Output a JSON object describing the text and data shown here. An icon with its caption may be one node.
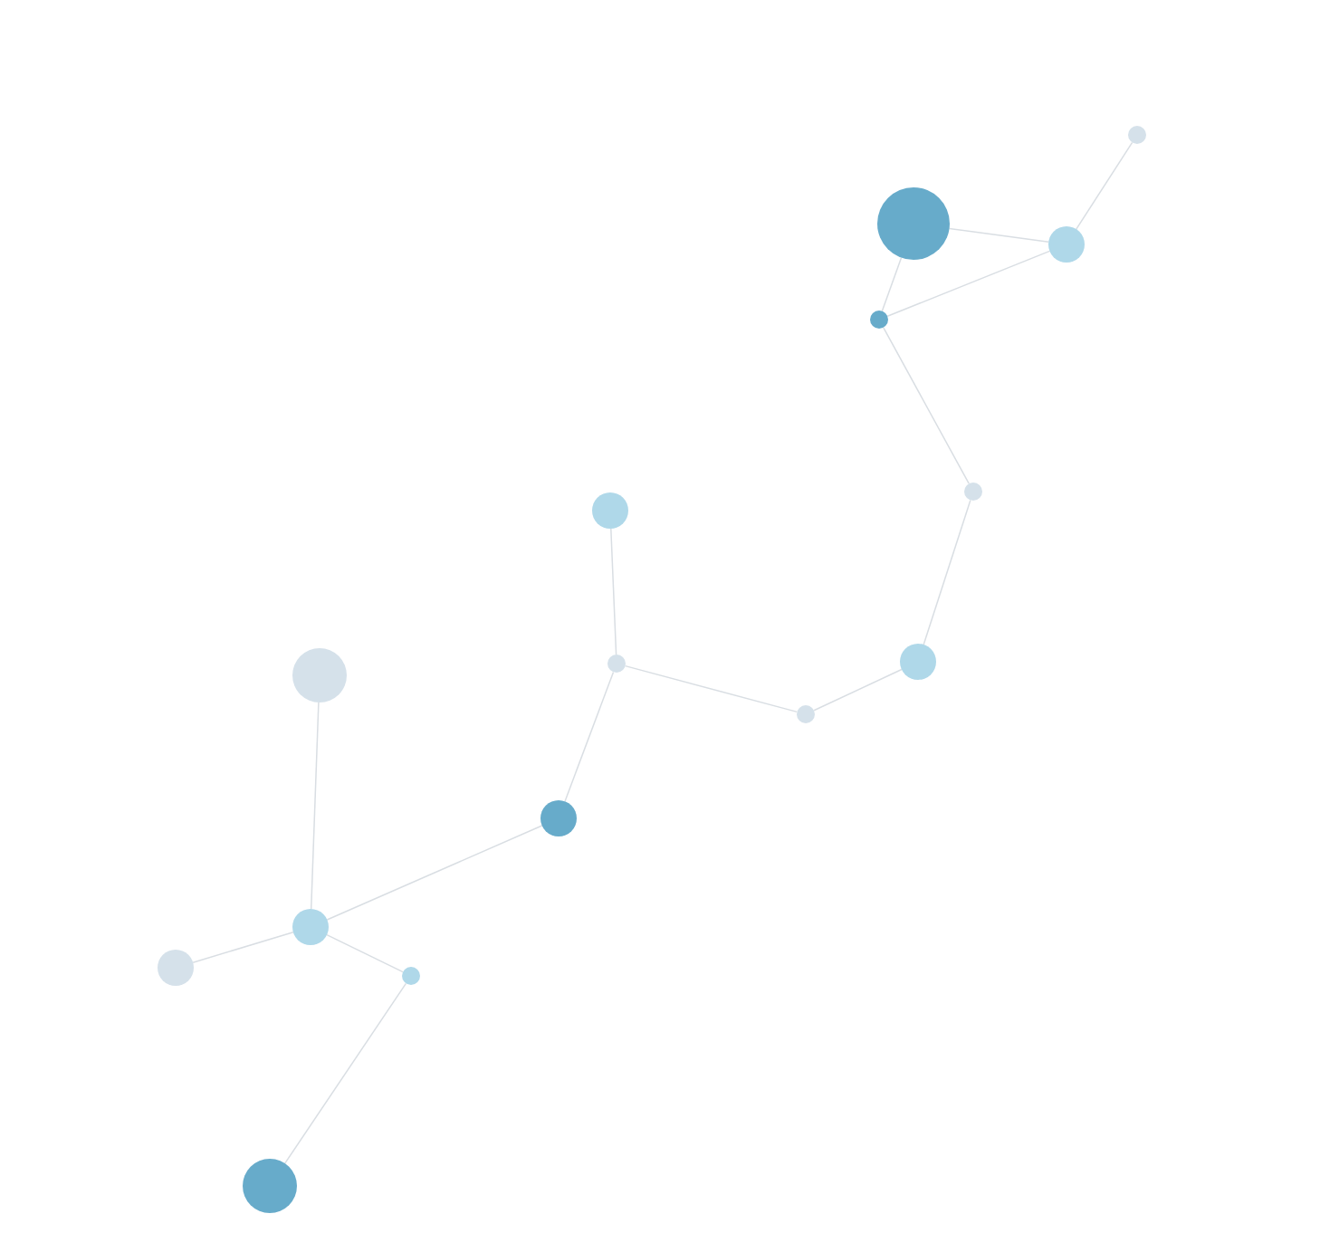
{
  "diagram": {
    "nodes": [
      {
        "text": [],
        "shape": "circle"
      },
      {
        "text": [],
        "shape": "circle"
      },
      {
        "text": [],
        "shape": "circle"
      },
      {
        "text": [],
        "shape": "circle"
      },
      {
        "text": [],
        "shape": "circle"
      },
      {
        "text": [],
        "shape": "circle"
      },
      {
        "text": [],
        "shape": "circle"
      },
      {
        "text": [],
        "shape": "circle"
      },
      {
        "text": [],
        "shape": "circle"
      },
      {
        "text": [],
        "shape": "circle"
      },
      {
        "text": [],
        "shape": "circle"
      },
      {
        "text": [],
        "shape": "circle"
      },
      {
        "text": [],
        "shape": "circle"
      },
      {
        "text": [],
        "shape": "circle"
      },
      {
        "text": [],
        "shape": "circle"
      }
    ],
    "edges": [
      {
        "from": 0,
        "to": 2,
        "arrow": "none"
      },
      {
        "from": 1,
        "to": 2,
        "arrow": "none"
      },
      {
        "from": 1,
        "to": 3,
        "arrow": "none"
      },
      {
        "from": 2,
        "to": 3,
        "arrow": "none"
      },
      {
        "from": 3,
        "to": 4,
        "arrow": "none"
      },
      {
        "from": 4,
        "to": 6,
        "arrow": "none"
      },
      {
        "from": 6,
        "to": 9,
        "arrow": "none"
      },
      {
        "from": 9,
        "to": 7,
        "arrow": "none"
      },
      {
        "from": 7,
        "to": 5,
        "arrow": "none"
      },
      {
        "from": 7,
        "to": 10,
        "arrow": "none"
      },
      {
        "from": 10,
        "to": 11,
        "arrow": "none"
      },
      {
        "from": 11,
        "to": 8,
        "arrow": "none"
      },
      {
        "from": 11,
        "to": 12,
        "arrow": "none"
      },
      {
        "from": 11,
        "to": 13,
        "arrow": "none"
      },
      {
        "from": 13,
        "to": 14,
        "arrow": "none"
      }
    ]
  }
}
